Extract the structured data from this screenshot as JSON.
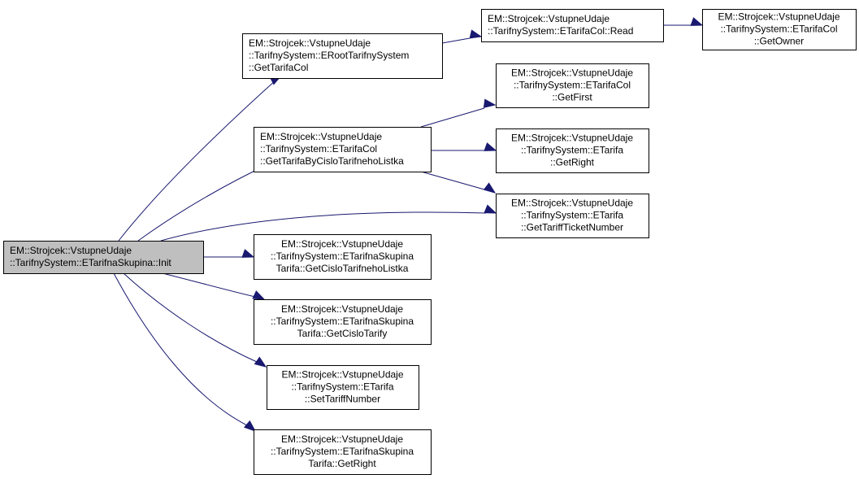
{
  "diagram": {
    "type": "call-graph",
    "edge_color": "#191970",
    "root_fill": "#bfbfbf",
    "node_fill": "#ffffff",
    "nodes": [
      {
        "id": "init",
        "root": true,
        "lines": [
          "EM::Strojcek::VstupneUdaje",
          "::TarifnySystem::ETarifnaSkupina::Init"
        ]
      },
      {
        "id": "getTarifaCol",
        "lines": [
          "EM::Strojcek::VstupneUdaje",
          "::TarifnySystem::ERootTarifnySystem",
          "::GetTarifaCol"
        ]
      },
      {
        "id": "read",
        "lines": [
          "EM::Strojcek::VstupneUdaje",
          "::TarifnySystem::ETarifaCol::Read"
        ]
      },
      {
        "id": "getOwner",
        "lines": [
          "EM::Strojcek::VstupneUdaje",
          "::TarifnySystem::ETarifaCol",
          "::GetOwner"
        ]
      },
      {
        "id": "getTarifaByCislo",
        "lines": [
          "EM::Strojcek::VstupneUdaje",
          "::TarifnySystem::ETarifaCol",
          "::GetTarifaByCisloTarifnehoListka"
        ]
      },
      {
        "id": "getFirst",
        "lines": [
          "EM::Strojcek::VstupneUdaje",
          "::TarifnySystem::ETarifaCol",
          "::GetFirst"
        ]
      },
      {
        "id": "getRightTarifa",
        "lines": [
          "EM::Strojcek::VstupneUdaje",
          "::TarifnySystem::ETarifa",
          "::GetRight"
        ]
      },
      {
        "id": "getTariffTicketNumber",
        "lines": [
          "EM::Strojcek::VstupneUdaje",
          "::TarifnySystem::ETarifa",
          "::GetTariffTicketNumber"
        ]
      },
      {
        "id": "getCisloTarifnehoListka",
        "lines": [
          "EM::Strojcek::VstupneUdaje",
          "::TarifnySystem::ETarifnaSkupina",
          "Tarifa::GetCisloTarifnehoListka"
        ]
      },
      {
        "id": "getCisloTarify",
        "lines": [
          "EM::Strojcek::VstupneUdaje",
          "::TarifnySystem::ETarifnaSkupina",
          "Tarifa::GetCisloTarify"
        ]
      },
      {
        "id": "setTariffNumber",
        "lines": [
          "EM::Strojcek::VstupneUdaje",
          "::TarifnySystem::ETarifa",
          "::SetTariffNumber"
        ]
      },
      {
        "id": "getRightSkupina",
        "lines": [
          "EM::Strojcek::VstupneUdaje",
          "::TarifnySystem::ETarifnaSkupina",
          "Tarifa::GetRight"
        ]
      }
    ],
    "edges": [
      {
        "from": "init",
        "to": "getTarifaCol"
      },
      {
        "from": "init",
        "to": "getTarifaByCislo"
      },
      {
        "from": "init",
        "to": "getTariffTicketNumber"
      },
      {
        "from": "init",
        "to": "getCisloTarifnehoListka"
      },
      {
        "from": "init",
        "to": "getCisloTarify"
      },
      {
        "from": "init",
        "to": "setTariffNumber"
      },
      {
        "from": "init",
        "to": "getRightSkupina"
      },
      {
        "from": "getTarifaCol",
        "to": "read"
      },
      {
        "from": "read",
        "to": "getOwner"
      },
      {
        "from": "getTarifaByCislo",
        "to": "getFirst"
      },
      {
        "from": "getTarifaByCislo",
        "to": "getRightTarifa"
      },
      {
        "from": "getTarifaByCislo",
        "to": "getTariffTicketNumber"
      }
    ]
  }
}
